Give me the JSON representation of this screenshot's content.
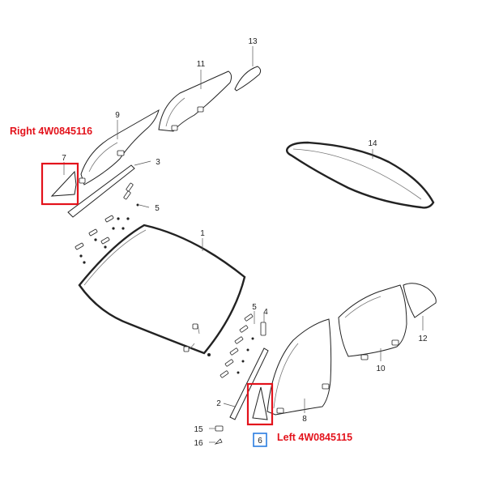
{
  "annotations": {
    "right_part": "Right 4W0845116",
    "left_part": "Left 4W0845115"
  },
  "callouts": {
    "p1": "1",
    "p2": "2",
    "p3": "3",
    "p4": "4",
    "p5a": "5",
    "p5b": "5",
    "p6": "6",
    "p7": "7",
    "p8": "8",
    "p9": "9",
    "p10": "10",
    "p11": "11",
    "p12": "12",
    "p13": "13",
    "p14": "14",
    "p15": "15",
    "p16": "16"
  },
  "colors": {
    "highlight_red": "#e3121b",
    "highlight_blue": "#2a7de1",
    "line": "#222222"
  }
}
